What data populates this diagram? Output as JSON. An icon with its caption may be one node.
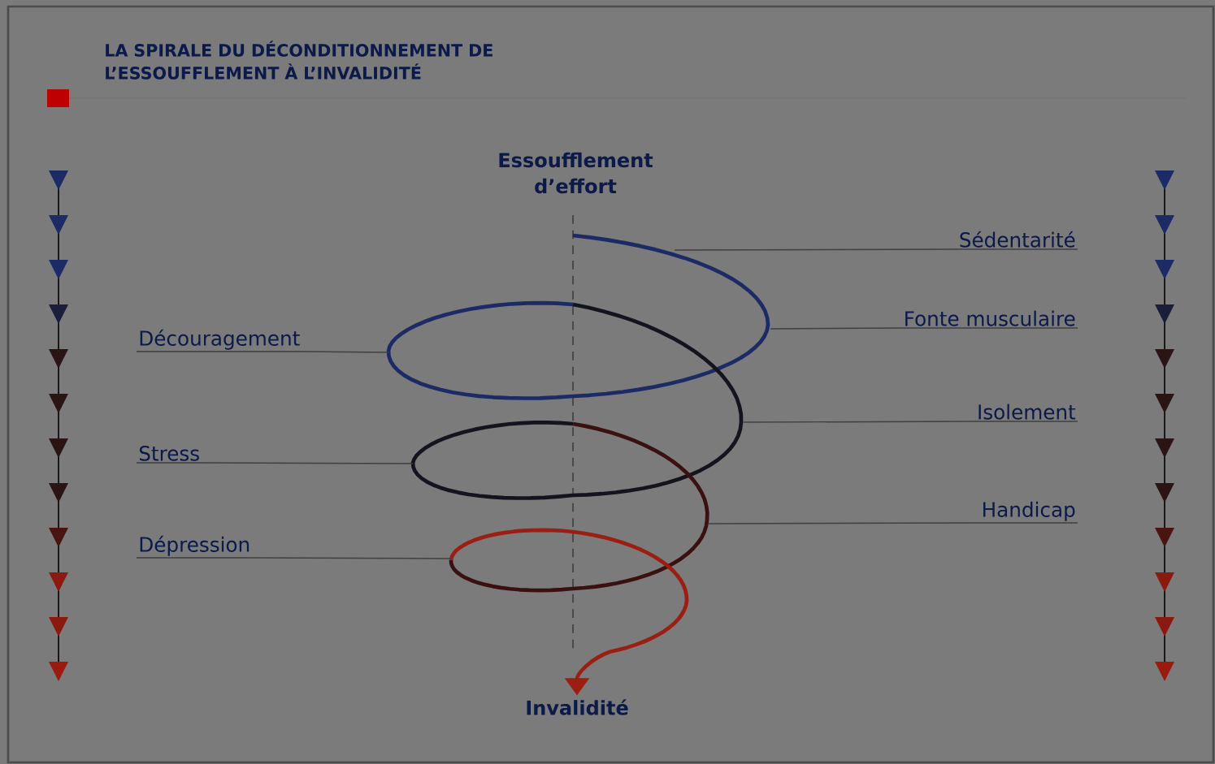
{
  "diagram": {
    "title": "LA SPIRALE DU DÉCONDITIONNEMENT DE L’ESSOUFFLEMENT À L’INVALIDITÉ",
    "nodes": [
      {
        "text": [
          "Essoufflement d’effort"
        ]
      },
      {
        "text": [
          "Sédentarité"
        ]
      },
      {
        "text": [
          "Fonte musculaire"
        ]
      },
      {
        "text": [
          "Découragement"
        ]
      },
      {
        "text": [
          "Isolement"
        ]
      },
      {
        "text": [
          "Stress"
        ]
      },
      {
        "text": [
          "Handicap"
        ]
      },
      {
        "text": [
          "Dépression"
        ]
      },
      {
        "text": [
          "Invalidité"
        ]
      }
    ],
    "edges": [
      {
        "from": 0,
        "to": 8,
        "arrow": "to",
        "style": "thick"
      },
      {
        "from": 1,
        "to": null,
        "arrow": "none"
      },
      {
        "from": 2,
        "to": null,
        "arrow": "none"
      },
      {
        "from": 3,
        "to": null,
        "arrow": "none"
      },
      {
        "from": 4,
        "to": null,
        "arrow": "none"
      },
      {
        "from": 5,
        "to": null,
        "arrow": "none"
      },
      {
        "from": 6,
        "to": null,
        "arrow": "none"
      },
      {
        "from": 7,
        "to": null,
        "arrow": "none"
      }
    ]
  }
}
